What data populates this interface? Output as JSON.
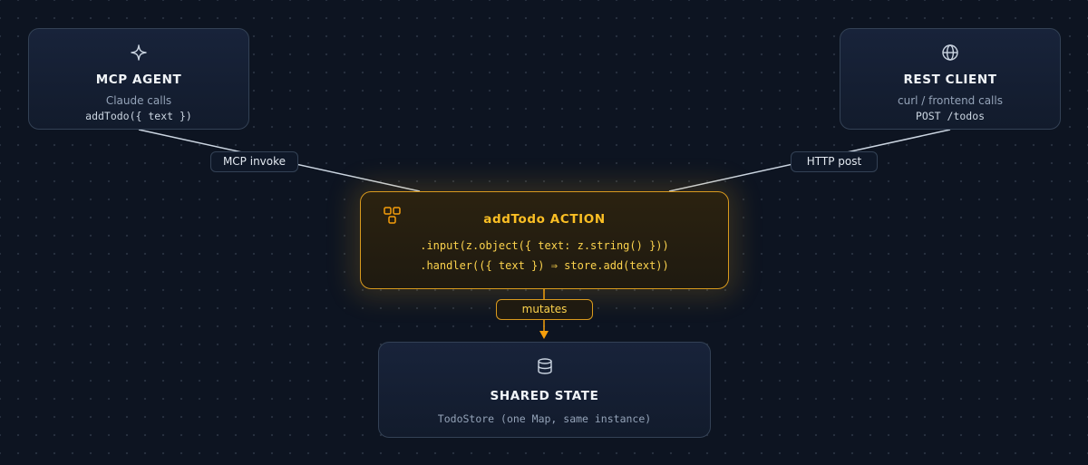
{
  "theme": {
    "background": "#0d1421",
    "node_border": "#334155",
    "accent": "#d99a1e",
    "accent_text": "#fbbf24"
  },
  "nodes": {
    "agent": {
      "icon": "sparkle-icon",
      "title": "MCP AGENT",
      "subtitle": "Claude calls",
      "code": "addTodo({ text })"
    },
    "rest": {
      "icon": "globe-icon",
      "title": "REST CLIENT",
      "subtitle": "curl / frontend calls",
      "code": "POST /todos"
    },
    "action": {
      "icon": "blocks-icon",
      "title": "addTodo ACTION",
      "code_lines": [
        ".input(z.object({ text: z.string() }))",
        ".handler(({ text }) ⇒ store.add(text))"
      ]
    },
    "state": {
      "icon": "database-icon",
      "title": "SHARED STATE",
      "code": "TodoStore (one Map, same instance)"
    }
  },
  "edges": {
    "mcp_invoke": "MCP invoke",
    "http_post": "HTTP post",
    "mutates": "mutates"
  }
}
